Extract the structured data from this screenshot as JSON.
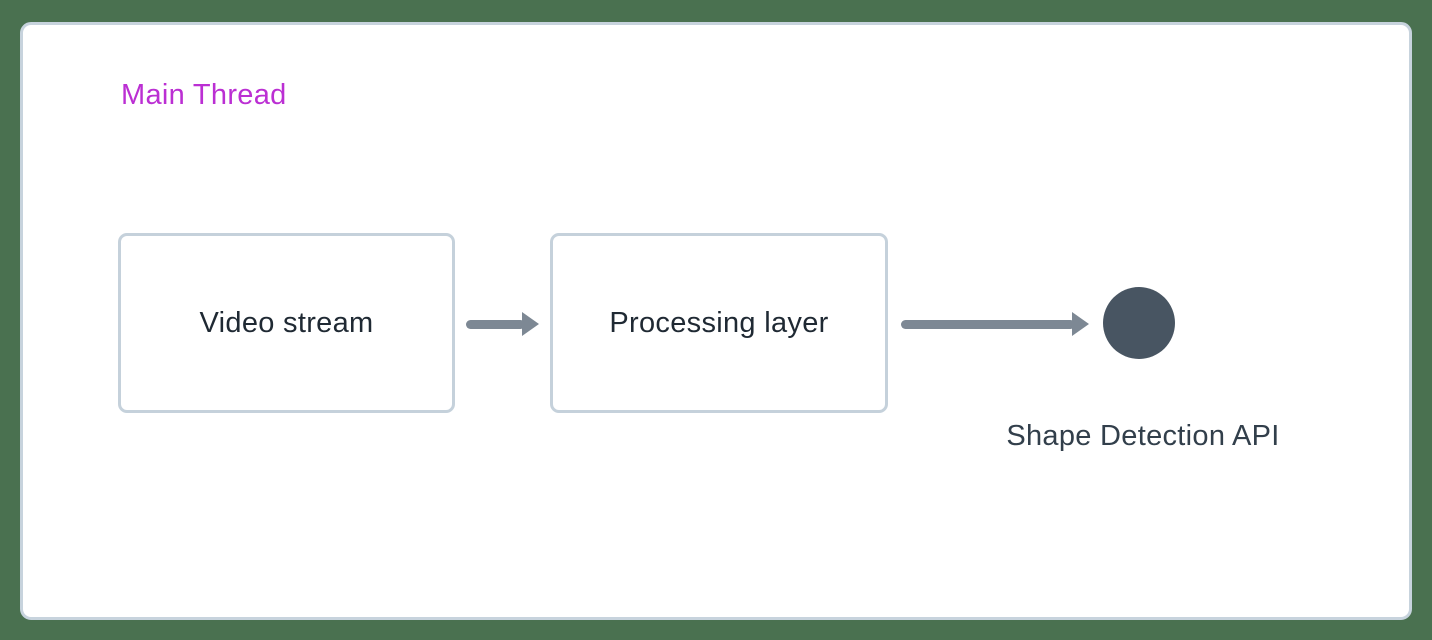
{
  "diagram": {
    "title": "Main Thread",
    "nodes": [
      {
        "id": "video-stream",
        "label": "Video stream",
        "type": "box"
      },
      {
        "id": "processing-layer",
        "label": "Processing layer",
        "type": "box"
      },
      {
        "id": "shape-detection-api",
        "label": "Shape Detection API",
        "type": "circle"
      }
    ],
    "edges": [
      {
        "from": "video-stream",
        "to": "processing-layer"
      },
      {
        "from": "processing-layer",
        "to": "shape-detection-api"
      }
    ]
  },
  "colors": {
    "background": "#4a7150",
    "panel_bg": "#ffffff",
    "panel_border": "#c7d3dd",
    "node_border": "#c5d1db",
    "node_text": "#1f2933",
    "title_text": "#bb2fd3",
    "arrow": "#7d8894",
    "circle_fill": "#485562",
    "circle_label_text": "#323f4b"
  }
}
